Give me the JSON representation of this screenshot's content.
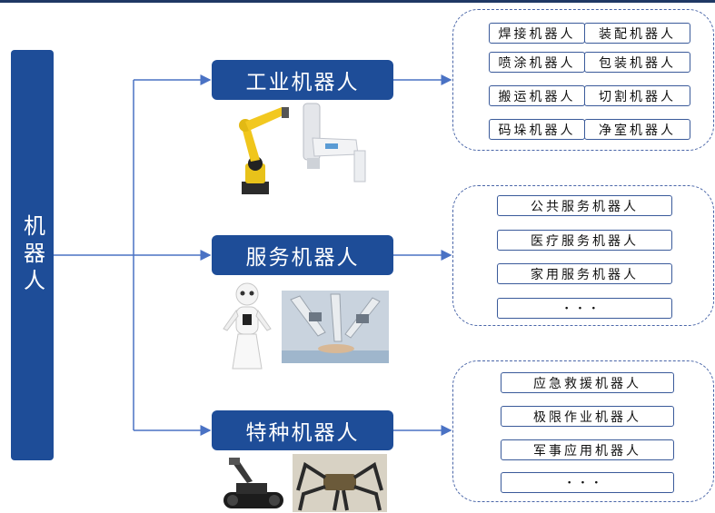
{
  "root": {
    "label": "机器人"
  },
  "categories": [
    {
      "label": "工业机器人",
      "items_left": [
        "焊接机器人",
        "喷涂机器人",
        "搬运机器人",
        "码垛机器人"
      ],
      "items_right": [
        "装配机器人",
        "包装机器人",
        "切割机器人",
        "净室机器人"
      ],
      "photos": [
        "industrial-arm-photo",
        "scara-robot-photo"
      ]
    },
    {
      "label": "服务机器人",
      "items": [
        "公共服务机器人",
        "医疗服务机器人",
        "家用服务机器人",
        "···"
      ],
      "photos": [
        "humanoid-robot-photo",
        "surgical-robot-photo"
      ]
    },
    {
      "label": "特种机器人",
      "items": [
        "应急救援机器人",
        "极限作业机器人",
        "军事应用机器人",
        "···"
      ],
      "photos": [
        "tracked-robot-photo",
        "hexapod-robot-photo"
      ]
    }
  ],
  "colors": {
    "box": "#1e4d98",
    "line": "#4a72c4",
    "border": "#3a5a9a"
  }
}
